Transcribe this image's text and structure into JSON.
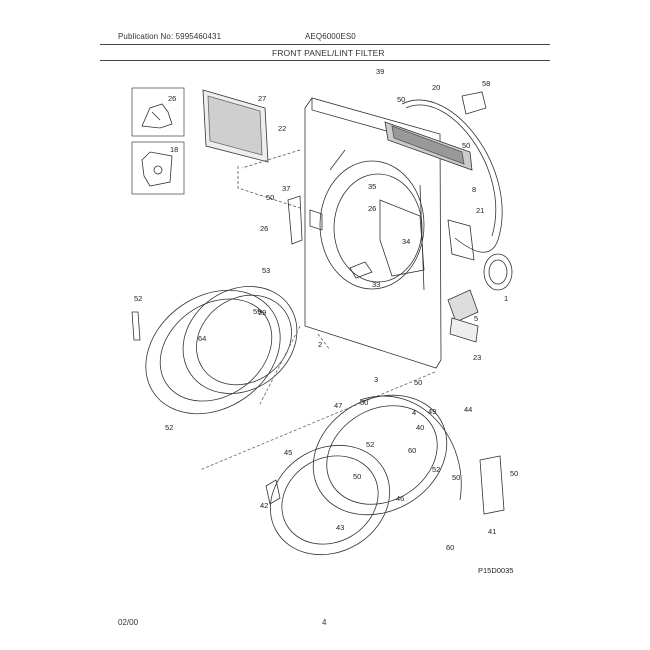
{
  "header": {
    "publication": "Publication No: 5995460431",
    "model": "AEQ6000ES0",
    "section_title": "FRONT PANEL/LINT FILTER"
  },
  "footer": {
    "date": "02/00",
    "page": "4"
  },
  "figure_code": "P15D0035",
  "callouts": [
    "39",
    "20",
    "58",
    "50",
    "26",
    "27",
    "22",
    "18",
    "8",
    "50",
    "37",
    "35",
    "50",
    "26",
    "34",
    "26",
    "21",
    "33",
    "1",
    "53",
    "52",
    "59",
    "5",
    "2",
    "64",
    "23",
    "3",
    "50",
    "47",
    "50",
    "44",
    "49",
    "4",
    "40",
    "52",
    "60",
    "45",
    "50",
    "52",
    "50",
    "42",
    "46",
    "50",
    "43",
    "41",
    "60"
  ]
}
